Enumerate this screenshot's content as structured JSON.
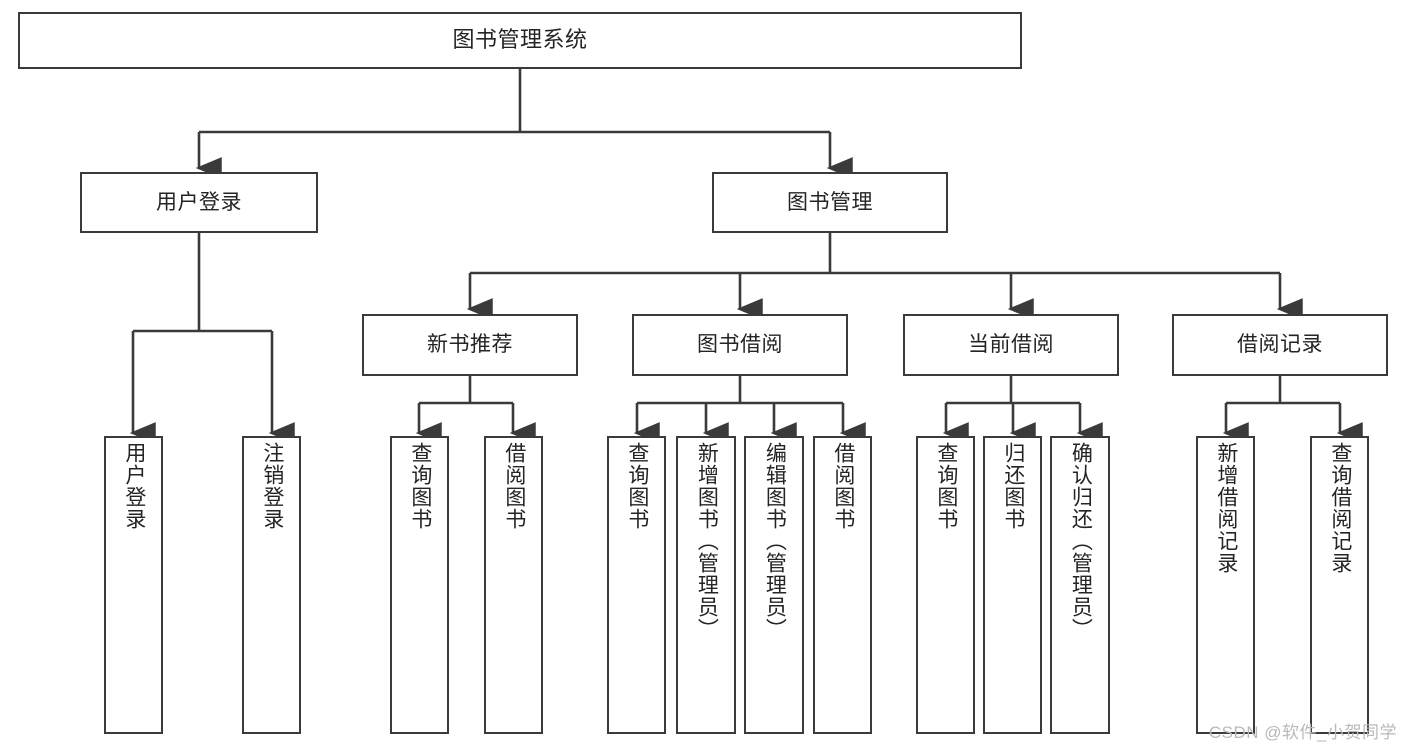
{
  "diagram": {
    "title": "图书管理系统",
    "type": "tree",
    "orientation": "top-down",
    "style": {
      "box_border_color": "#3a3a3a",
      "box_fill_color": "#ffffff",
      "connector_color": "#3a3a3a",
      "text_color": "#242424",
      "background": "#ffffff"
    },
    "nodes": {
      "root": {
        "label": "图书管理系统",
        "orientation": "horizontal"
      },
      "user_login": {
        "label": "用户登录",
        "orientation": "horizontal"
      },
      "book_manage": {
        "label": "图书管理",
        "orientation": "horizontal"
      },
      "new_book_rec": {
        "label": "新书推荐",
        "orientation": "horizontal"
      },
      "book_borrow": {
        "label": "图书借阅",
        "orientation": "horizontal"
      },
      "current_borrow": {
        "label": "当前借阅",
        "orientation": "horizontal"
      },
      "borrow_record": {
        "label": "借阅记录",
        "orientation": "horizontal"
      },
      "leaf_user_login": {
        "label": "用户登录",
        "orientation": "vertical"
      },
      "leaf_logout": {
        "label": "注销登录",
        "orientation": "vertical"
      },
      "leaf_query_book_1": {
        "label": "查询图书",
        "orientation": "vertical"
      },
      "leaf_borrow_book_1": {
        "label": "借阅图书",
        "orientation": "vertical"
      },
      "leaf_query_book_2": {
        "label": "查询图书",
        "orientation": "vertical"
      },
      "leaf_add_book": {
        "label": "新增图书（管理员）",
        "orientation": "vertical"
      },
      "leaf_edit_book": {
        "label": "编辑图书（管理员）",
        "orientation": "vertical"
      },
      "leaf_borrow_book_2": {
        "label": "借阅图书",
        "orientation": "vertical"
      },
      "leaf_query_book_3": {
        "label": "查询图书",
        "orientation": "vertical"
      },
      "leaf_return_book": {
        "label": "归还图书",
        "orientation": "vertical"
      },
      "leaf_confirm_return": {
        "label": "确认归还（管理员）",
        "orientation": "vertical"
      },
      "leaf_add_record": {
        "label": "新增借阅记录",
        "orientation": "vertical"
      },
      "leaf_query_record": {
        "label": "查询借阅记录",
        "orientation": "vertical"
      }
    },
    "edges": [
      {
        "from": "root",
        "to": "user_login"
      },
      {
        "from": "root",
        "to": "book_manage"
      },
      {
        "from": "user_login",
        "to": "leaf_user_login"
      },
      {
        "from": "user_login",
        "to": "leaf_logout"
      },
      {
        "from": "book_manage",
        "to": "new_book_rec"
      },
      {
        "from": "book_manage",
        "to": "book_borrow"
      },
      {
        "from": "book_manage",
        "to": "current_borrow"
      },
      {
        "from": "book_manage",
        "to": "borrow_record"
      },
      {
        "from": "new_book_rec",
        "to": "leaf_query_book_1"
      },
      {
        "from": "new_book_rec",
        "to": "leaf_borrow_book_1"
      },
      {
        "from": "book_borrow",
        "to": "leaf_query_book_2"
      },
      {
        "from": "book_borrow",
        "to": "leaf_add_book"
      },
      {
        "from": "book_borrow",
        "to": "leaf_edit_book"
      },
      {
        "from": "book_borrow",
        "to": "leaf_borrow_book_2"
      },
      {
        "from": "current_borrow",
        "to": "leaf_query_book_3"
      },
      {
        "from": "current_borrow",
        "to": "leaf_return_book"
      },
      {
        "from": "current_borrow",
        "to": "leaf_confirm_return"
      },
      {
        "from": "borrow_record",
        "to": "leaf_add_record"
      },
      {
        "from": "borrow_record",
        "to": "leaf_query_record"
      }
    ]
  },
  "watermark": {
    "text": "CSDN @软件_小贺同学"
  }
}
